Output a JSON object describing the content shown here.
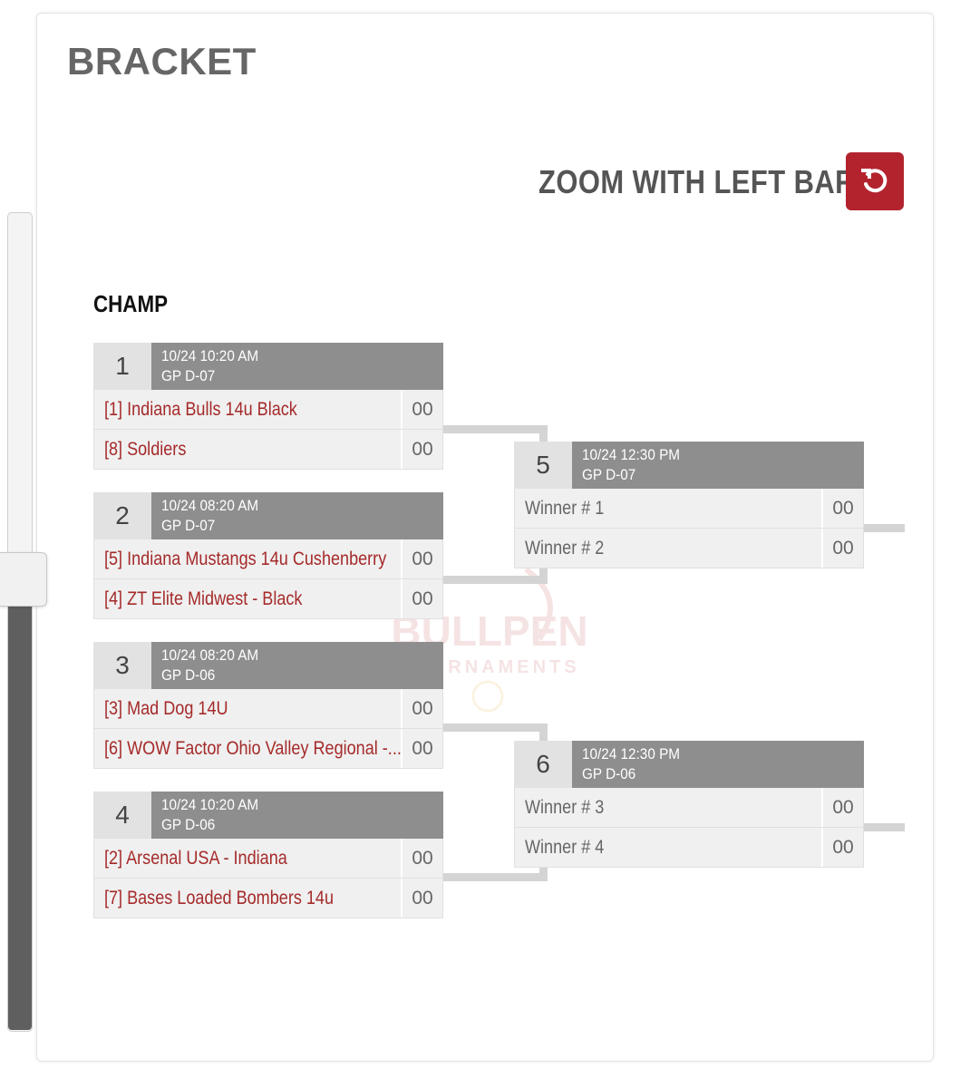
{
  "page": {
    "title": "BRACKET"
  },
  "zoom": {
    "label": "ZOOM WITH LEFT BAR",
    "reset_icon": "undo-icon",
    "accent": "#b3232e"
  },
  "zoom_level": 0.42,
  "round": {
    "label": "CHAMP"
  },
  "watermark": {
    "line1": "BULLPEN",
    "line2": "TOURNAMENTS"
  },
  "games": [
    {
      "num": "1",
      "datetime": "10/24 10:20 AM",
      "field": "GP D-07",
      "teams": [
        {
          "name": "[1] Indiana Bulls 14u Black",
          "score": "00"
        },
        {
          "name": "[8] Soldiers",
          "score": "00"
        }
      ]
    },
    {
      "num": "2",
      "datetime": "10/24 08:20 AM",
      "field": "GP D-07",
      "teams": [
        {
          "name": "[5] Indiana Mustangs 14u Cushenberry",
          "score": "00"
        },
        {
          "name": "[4] ZT Elite Midwest - Black",
          "score": "00"
        }
      ]
    },
    {
      "num": "3",
      "datetime": "10/24 08:20 AM",
      "field": "GP D-06",
      "teams": [
        {
          "name": "[3] Mad Dog 14U",
          "score": "00"
        },
        {
          "name": "[6] WOW Factor Ohio Valley Regional -...",
          "score": "00"
        }
      ]
    },
    {
      "num": "4",
      "datetime": "10/24 10:20 AM",
      "field": "GP D-06",
      "teams": [
        {
          "name": "[2] Arsenal USA - Indiana",
          "score": "00"
        },
        {
          "name": "[7] Bases Loaded Bombers 14u",
          "score": "00"
        }
      ]
    },
    {
      "num": "5",
      "datetime": "10/24 12:30 PM",
      "field": "GP D-07",
      "teams": [
        {
          "name": "Winner # 1",
          "score": "00"
        },
        {
          "name": "Winner # 2",
          "score": "00"
        }
      ]
    },
    {
      "num": "6",
      "datetime": "10/24 12:30 PM",
      "field": "GP D-06",
      "teams": [
        {
          "name": "Winner # 3",
          "score": "00"
        },
        {
          "name": "Winner # 4",
          "score": "00"
        }
      ]
    }
  ]
}
